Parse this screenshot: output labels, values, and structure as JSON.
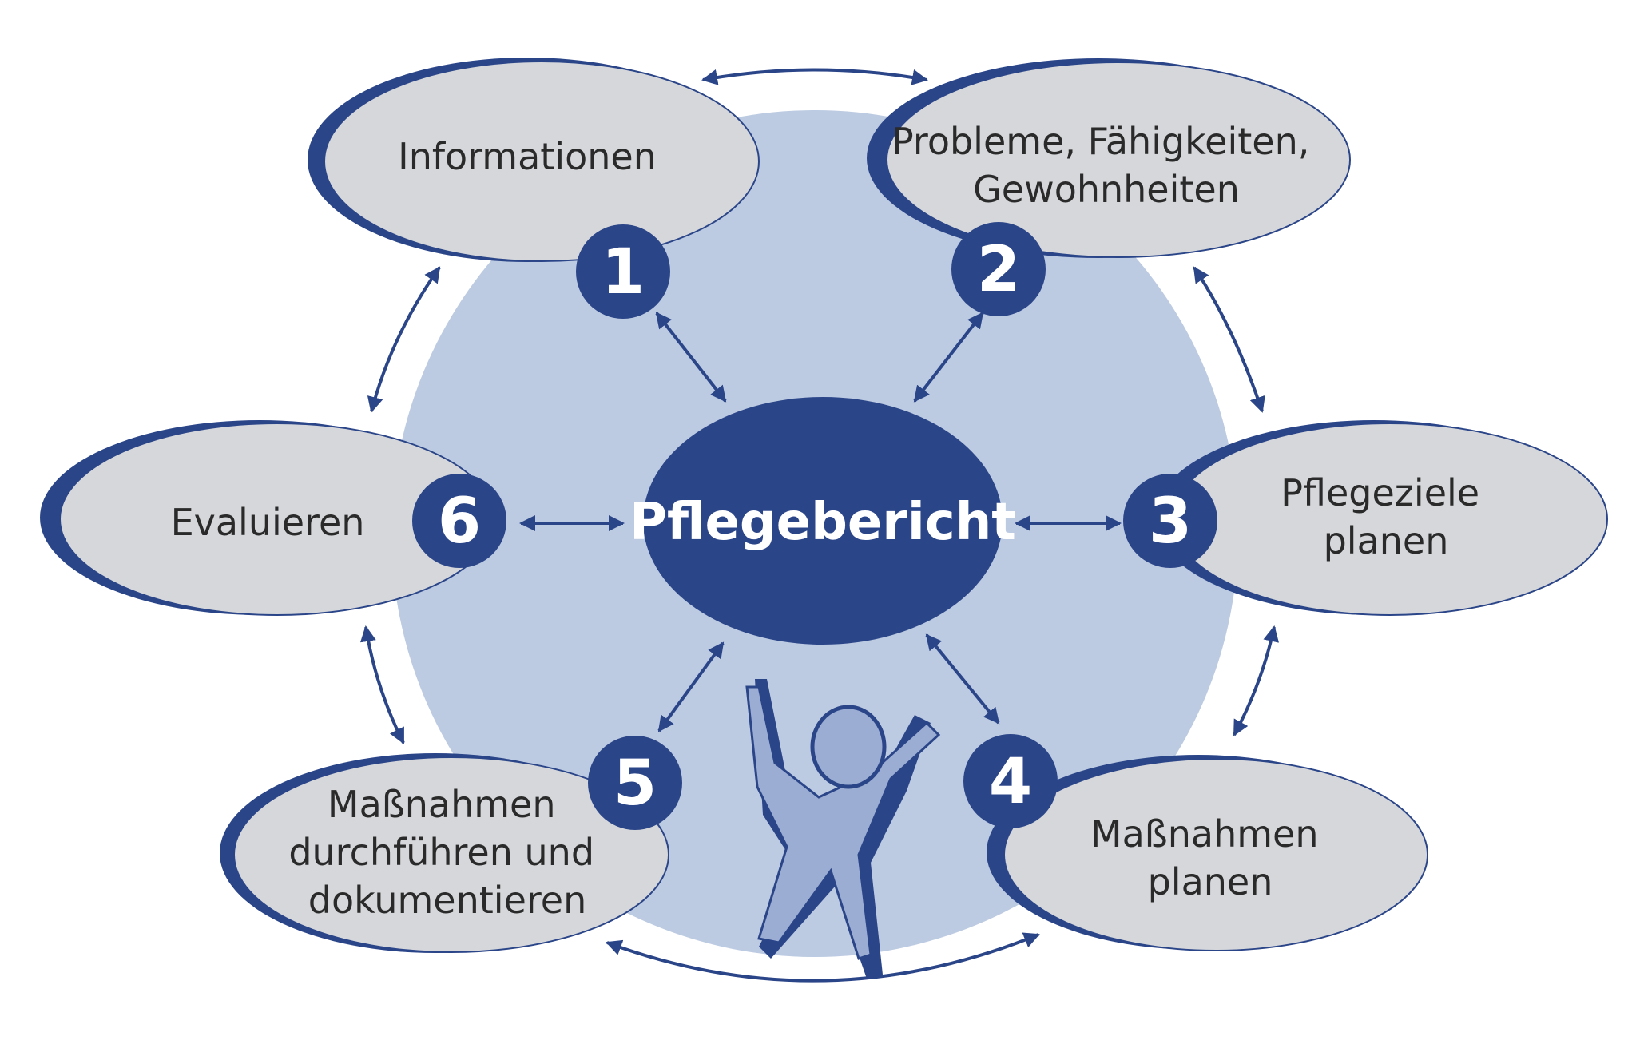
{
  "center": {
    "label": "Pflegebericht"
  },
  "steps": [
    {
      "number": "1",
      "lines": [
        "Informationen"
      ]
    },
    {
      "number": "2",
      "lines": [
        "Probleme, Fähigkeiten,",
        "Gewohnheiten"
      ]
    },
    {
      "number": "3",
      "lines": [
        "Pflegeziele",
        "planen"
      ]
    },
    {
      "number": "4",
      "lines": [
        "Maßnahmen",
        "planen"
      ]
    },
    {
      "number": "5",
      "lines": [
        "Maßnahmen",
        "durchführen und",
        "dokumentieren"
      ]
    },
    {
      "number": "6",
      "lines": [
        "Evaluieren"
      ]
    }
  ],
  "colors": {
    "dark_blue": "#2b4589",
    "light_blue": "#bccbe2",
    "figure_blue": "#9badd2",
    "oval_grey": "#d5d7da",
    "text": "#2a2a2a"
  }
}
